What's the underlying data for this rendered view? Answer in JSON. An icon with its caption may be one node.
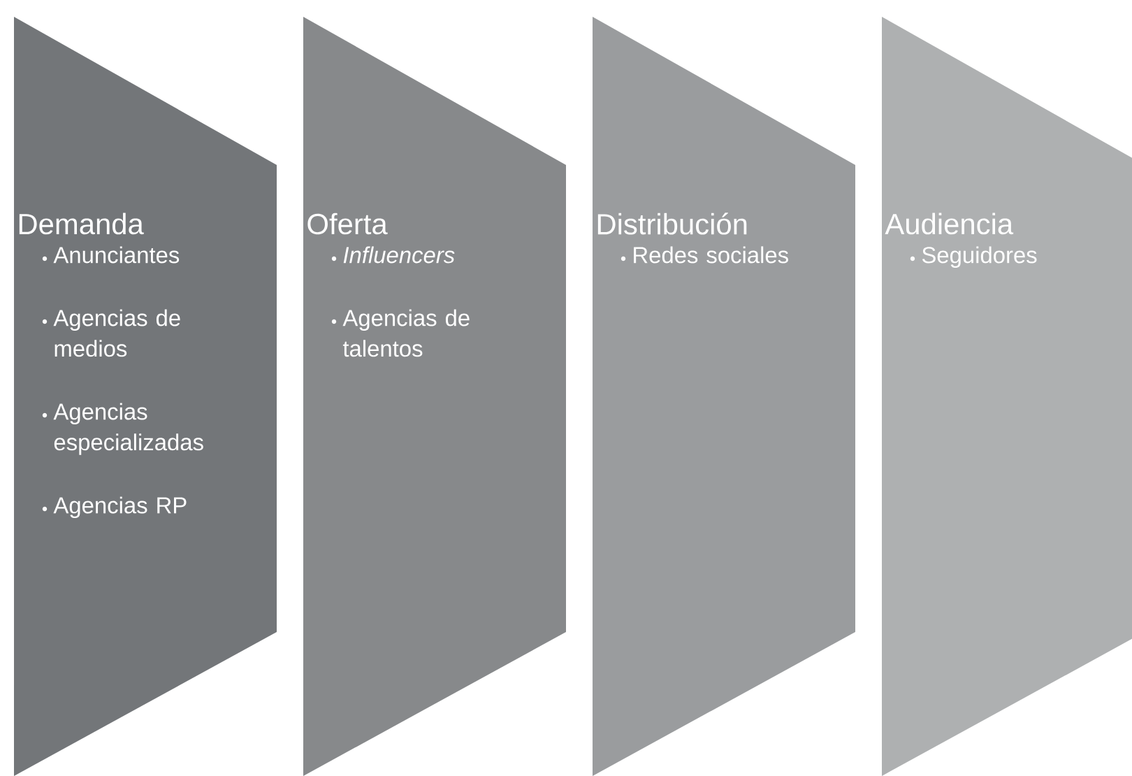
{
  "diagram": {
    "nodes": [
      {
        "text": [
          "Demanda",
          "Anunciantes",
          "Agencias de medios",
          "Agencias especializadas",
          "Agencias RP"
        ]
      },
      {
        "text": [
          "Oferta",
          "Influencers",
          "Agencias de talentos"
        ]
      },
      {
        "text": [
          "Distribución",
          "Redes sociales"
        ]
      },
      {
        "text": [
          "Audiencia",
          "Seguidores"
        ]
      }
    ]
  }
}
